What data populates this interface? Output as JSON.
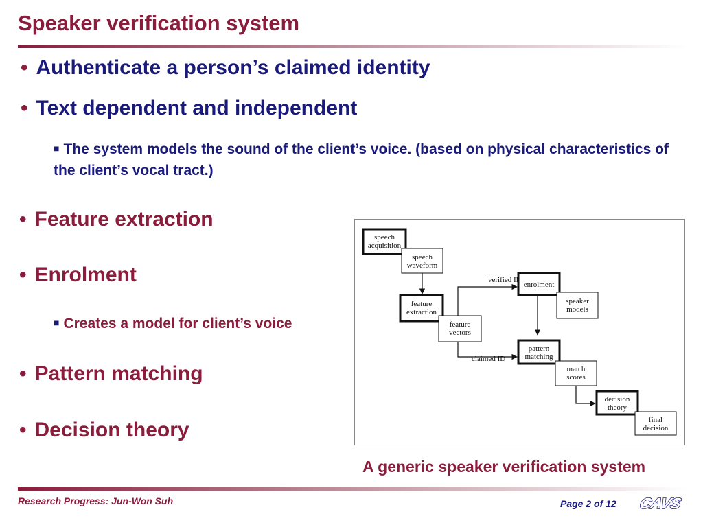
{
  "slide": {
    "title": "Speaker verification system",
    "bullets": {
      "b1": "Authenticate a person’s claimed identity",
      "b2": "Text dependent and independent",
      "b2_sub": "The system models the sound of the client’s voice. (based on physical characteristics of the client’s vocal tract.)",
      "b3": "Feature extraction",
      "b4": "Enrolment",
      "b4_sub": "Creates a model for client’s voice",
      "b5": "Pattern matching",
      "b6": "Decision theory"
    },
    "diagram": {
      "speech_acquisition": [
        "speech",
        "acquisition"
      ],
      "speech_waveform": [
        "speech",
        "waveform"
      ],
      "feature_extraction": [
        "feature",
        "extraction"
      ],
      "feature_vectors": [
        "feature",
        "vectors"
      ],
      "verified_id": "verified ID",
      "claimed_id": "claimed ID",
      "enrolment": "enrolment",
      "speaker_models": [
        "speaker",
        "models"
      ],
      "pattern_matching": [
        "pattern",
        "matching"
      ],
      "match_scores": [
        "match",
        "scores"
      ],
      "decision_theory": [
        "decision",
        "theory"
      ],
      "final_decision": [
        "final",
        "decision"
      ]
    },
    "caption": "A generic speaker verification system"
  },
  "footer": {
    "left": "Research Progress: Jun-Won Suh",
    "right": "Page 2 of 12",
    "logo": "CAVS"
  },
  "colors": {
    "maroon": "#8a1c3c",
    "navy": "#1a1a7a"
  },
  "icons": {
    "bullet": "bullet-dot-icon",
    "sub_bullet": "square-bullet-icon"
  }
}
